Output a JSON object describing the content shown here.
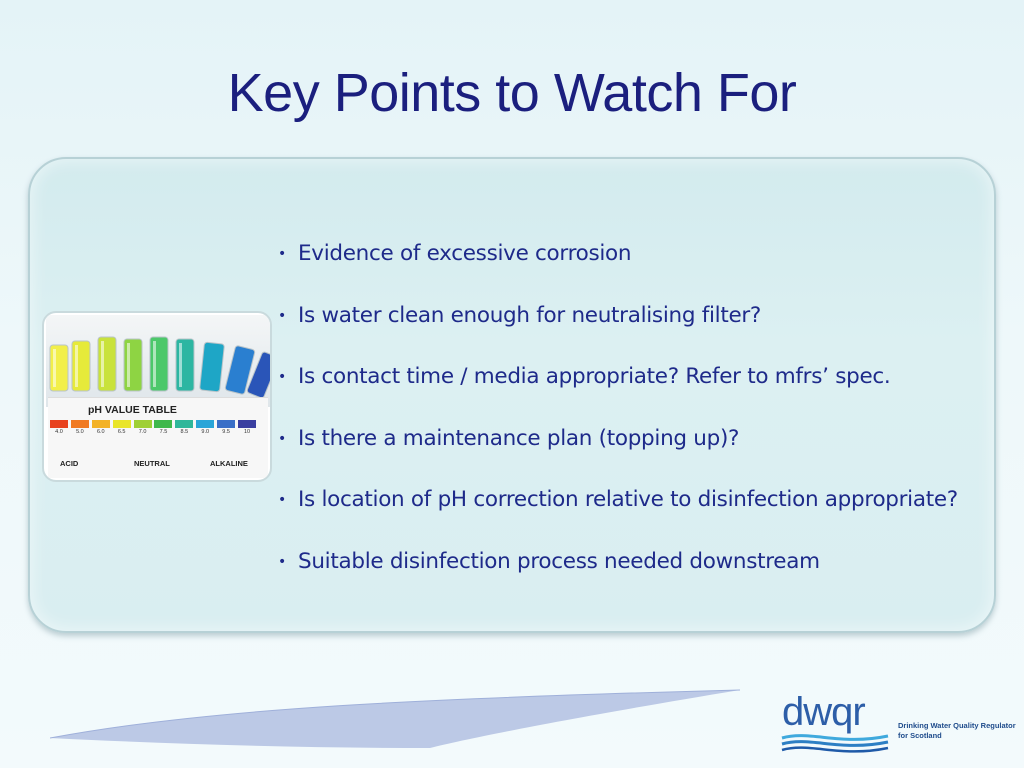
{
  "slide": {
    "title": "Key Points to Watch For",
    "bullets": [
      "Evidence of excessive corrosion",
      "Is water clean enough for neutralising filter?",
      "Is contact time / media appropriate? Refer to mfrs’ spec.",
      "Is there a maintenance plan (topping up)?",
      "Is location of pH correction relative to disinfection appropriate?",
      "Suitable disinfection process needed downstream"
    ],
    "bullet_symbol": "•"
  },
  "ph_image": {
    "heading": "pH VALUE TABLE",
    "scale": [
      "4.0",
      "5.0",
      "6.0",
      "6.5",
      "7.0",
      "7.5",
      "8.5",
      "9.0",
      "9.5",
      "10"
    ],
    "scale_colors": [
      "#e8421f",
      "#f07a22",
      "#f3b226",
      "#e9e52a",
      "#9fd035",
      "#3fb84c",
      "#2fb79a",
      "#2aa5d8",
      "#3a6fc7",
      "#3a3fa0"
    ],
    "labels": {
      "acid": "ACID",
      "neutral": "NEUTRAL",
      "alkaline": "ALKALINE"
    }
  },
  "logo": {
    "mark": "dwqr",
    "line1": "Drinking Water Quality Regulator",
    "line2": "for Scotland",
    "color": "#2d5ea8"
  }
}
